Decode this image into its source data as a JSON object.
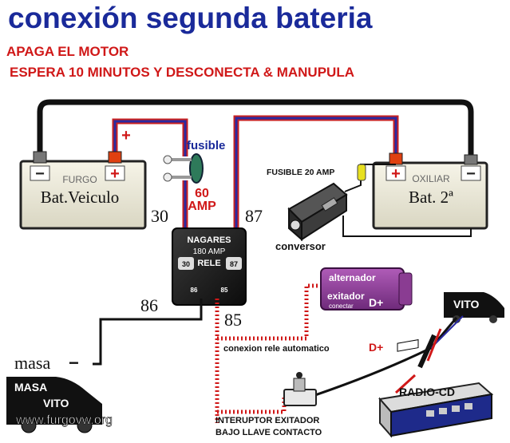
{
  "title": "conexión  segunda  bateria",
  "instructions": {
    "line1": "APAGA EL MOTOR",
    "line2": "ESPERA 10 MINUTOS Y DESCONECTA & MANUPULA"
  },
  "battery1": {
    "brand": "FURGO",
    "label": "Bat.Veiculo",
    "minus": "−",
    "plus": "+"
  },
  "battery2": {
    "brand": "OXILIAR",
    "label": "Bat. 2ª",
    "minus": "−",
    "plus": "+"
  },
  "fuse_main": {
    "label": "fusible",
    "rating": "60",
    "unit": "AMP"
  },
  "fuse_small": {
    "label": "FUSIBLE 20 AMP"
  },
  "relay": {
    "brand": "NAGARES",
    "amp": "180 AMP",
    "name": "RELE",
    "pin30": "30",
    "pin87": "87",
    "pin86": "86",
    "pin85": "85"
  },
  "terminals": {
    "t30": "30",
    "t87": "87",
    "t86": "86",
    "t85": "85"
  },
  "plus_mark": "+",
  "converter": {
    "label": "conversor"
  },
  "alternator": {
    "label": "alternador",
    "exciter": "exitador",
    "connect": "conectar",
    "dplus": "D+"
  },
  "rele_auto": {
    "label": "conexion rele automatico",
    "dplus": "D+"
  },
  "masa": {
    "label": "masa",
    "dash": "−"
  },
  "van_left": {
    "line1": "MASA",
    "line2": "VITO"
  },
  "van_right": {
    "label": "VITO"
  },
  "radio": {
    "label": "RADIO-CD"
  },
  "switch": {
    "line1": "INTERUPTOR  EXITADOR",
    "line2": "BAJO  LLAVE  CONTACTO"
  },
  "website": "www.furgovw.org",
  "colors": {
    "title": "#1a2a9a",
    "red": "#d01818",
    "wire_blue": "#2a2aa0",
    "wire_red": "#c82020"
  }
}
